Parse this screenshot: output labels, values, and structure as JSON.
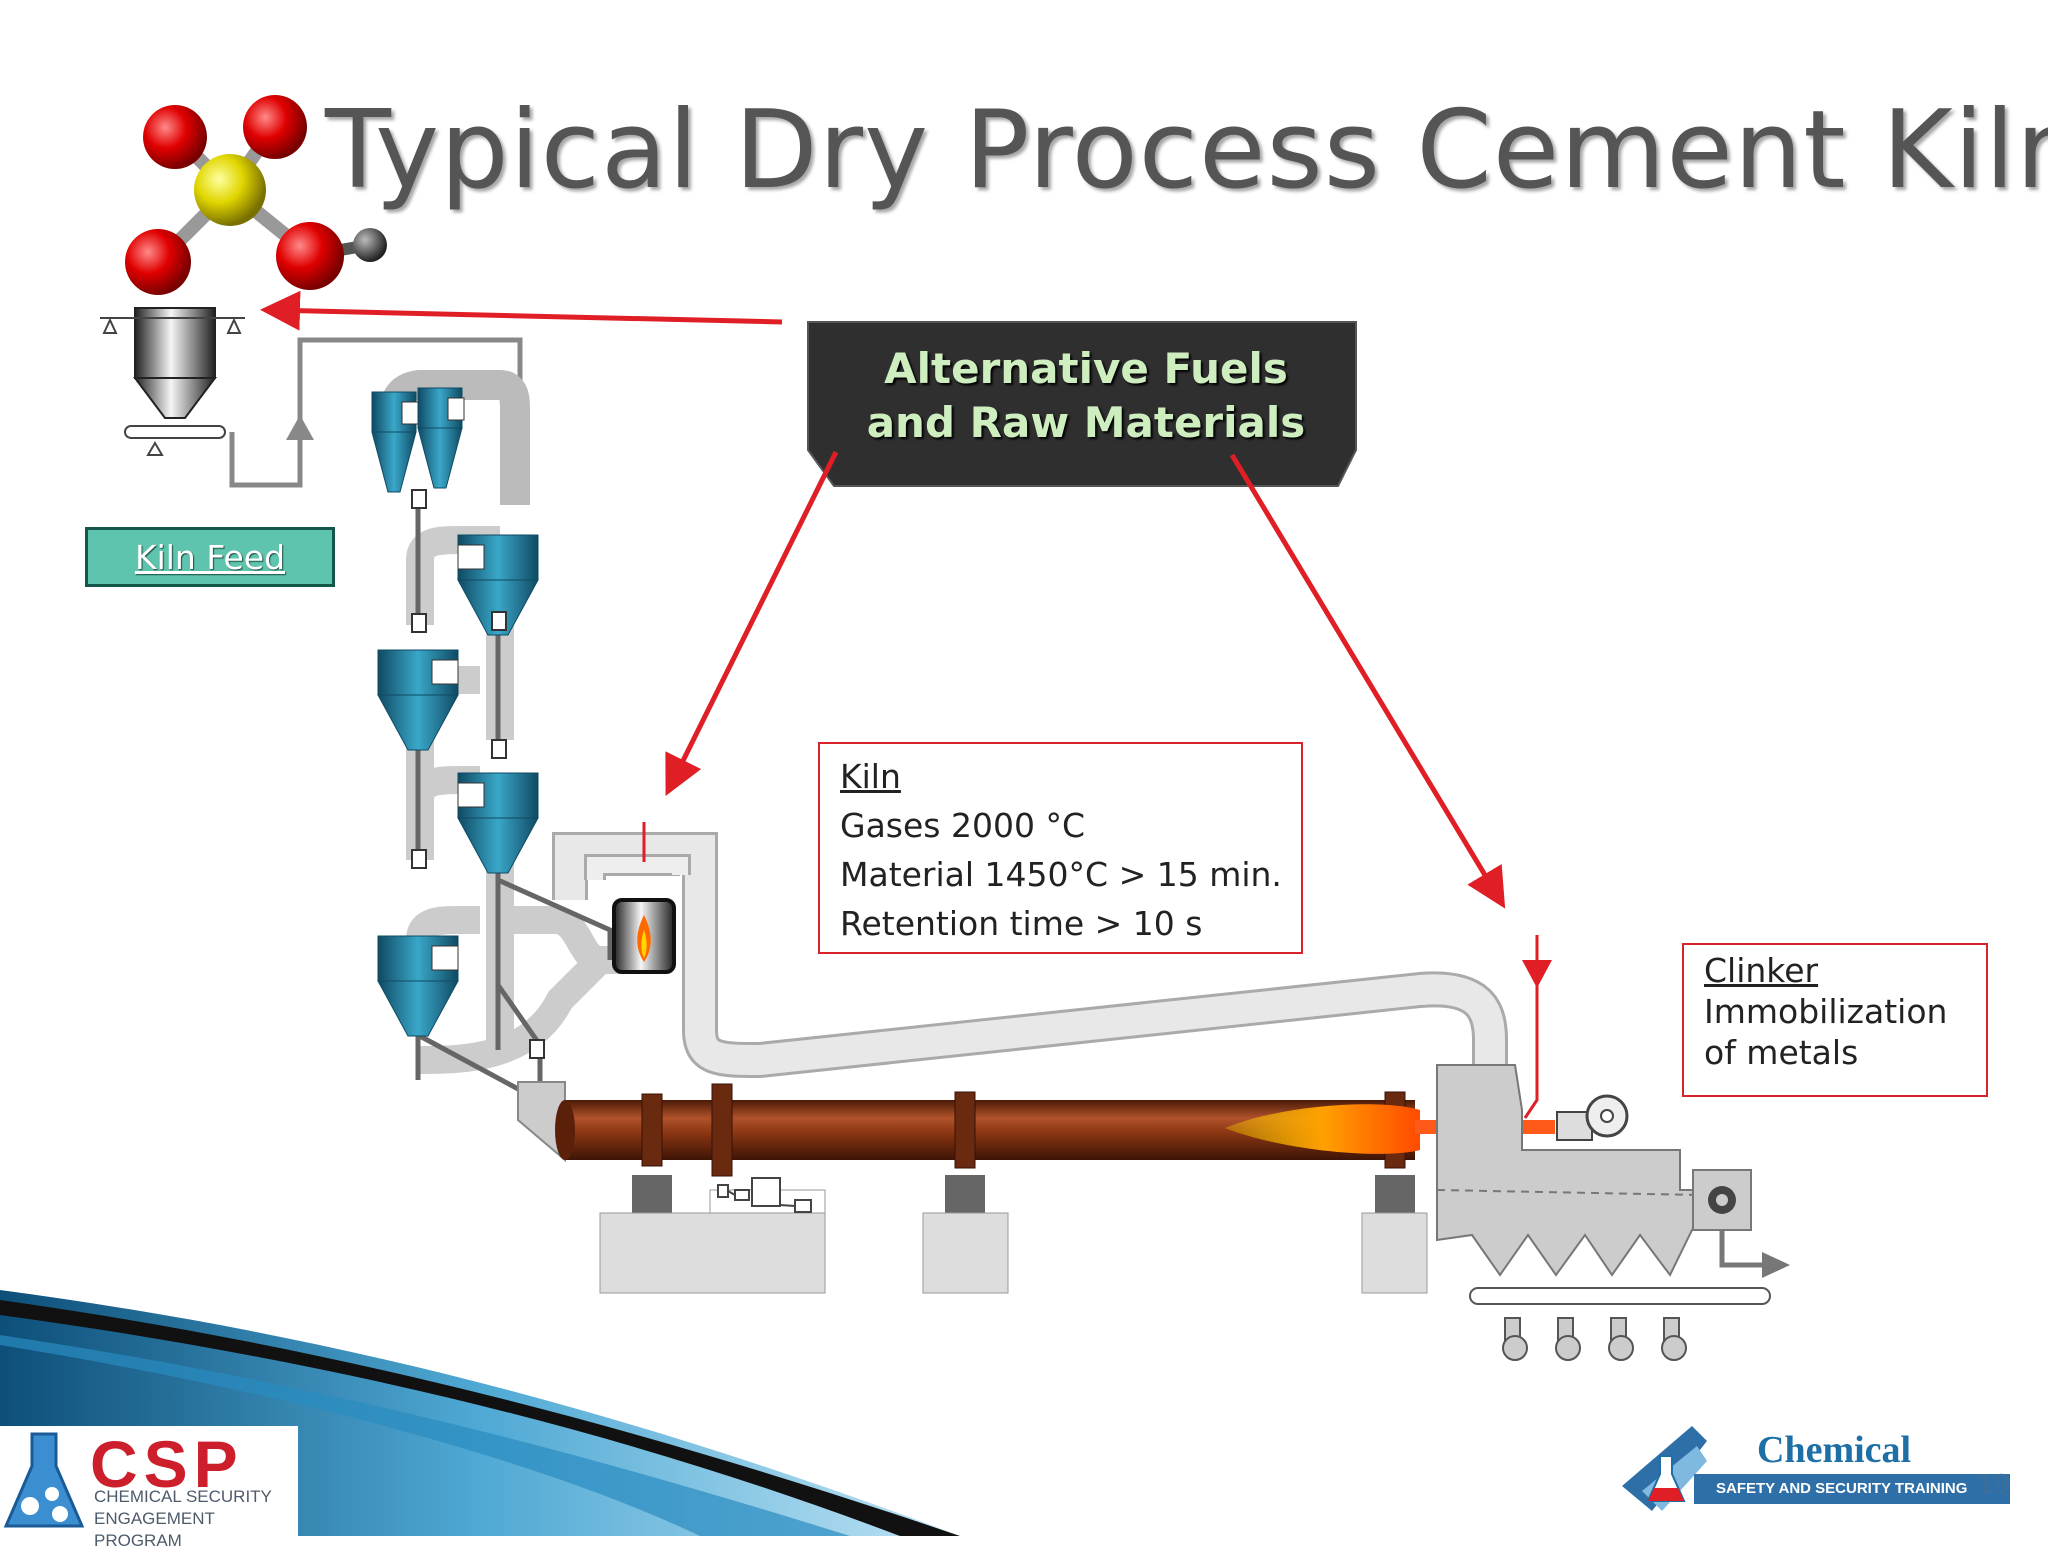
{
  "title": "Typical Dry Process Cement Kiln",
  "labels": {
    "kiln_feed": "Kiln Feed",
    "afrm_line1": "Alternative Fuels",
    "afrm_line2": "and Raw Materials"
  },
  "kiln_info": {
    "heading": "Kiln",
    "lines": [
      "Gases 2000 °C",
      "Material 1450°C > 15 min.",
      "Retention time > 10 s"
    ]
  },
  "clinker_info": {
    "heading": "Clinker",
    "lines": [
      "Immobilization",
      "of metals"
    ]
  },
  "logos": {
    "csp_name": "CSP",
    "csp_line1": "CHEMICAL SECURITY",
    "csp_line2": "ENGAGEMENT PROGRAM",
    "cst_name": "Chemical",
    "cst_tagline": "SAFETY AND SECURITY TRAINING"
  },
  "page_number": "19",
  "colors": {
    "arrow": "#e01e25",
    "kiln_body": "#7a2a10",
    "cyclone": "#1f7f9e",
    "duct": "#e3e3e3",
    "label_box": "#5fc4ad",
    "afrm_box": "#333333"
  }
}
